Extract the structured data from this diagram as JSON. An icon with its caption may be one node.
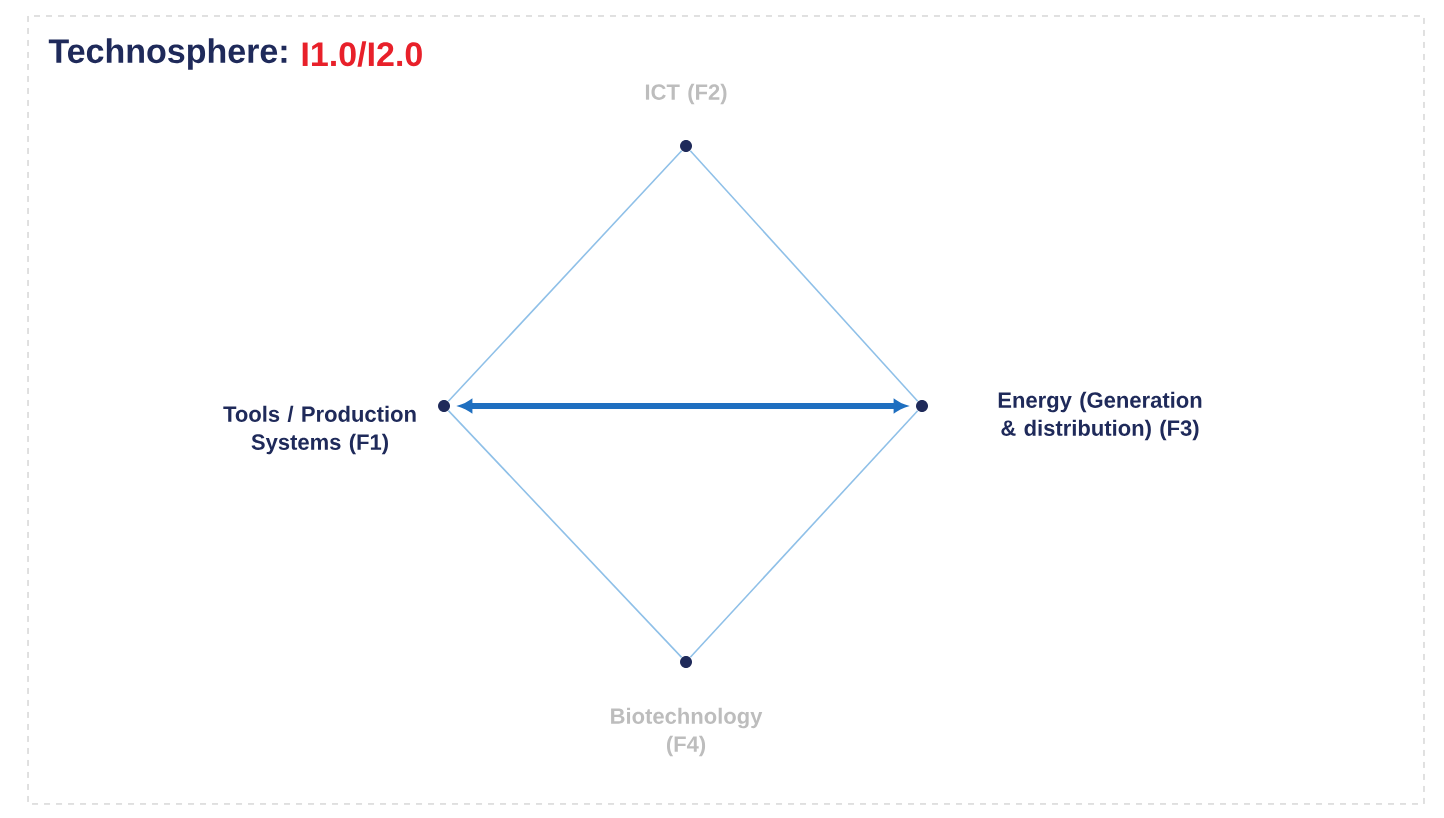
{
  "diagram": {
    "title": "Technosphere:",
    "nodes": [
      {
        "text": [],
        "shape": "circle",
        "beside": [
          "Tools / Production Systems (F1)"
        ]
      },
      {
        "text": [],
        "shape": "circle",
        "beside": [
          "ICT (F2)"
        ]
      },
      {
        "text": [],
        "shape": "circle",
        "beside": [
          "Energy (Generation & distribution) (F3)"
        ]
      },
      {
        "text": [],
        "shape": "circle",
        "beside": [
          "Biotechnology (F4)"
        ]
      }
    ],
    "edges": [
      {
        "from": 0,
        "to": 1,
        "arrow": "none"
      },
      {
        "from": 1,
        "to": 2,
        "arrow": "none"
      },
      {
        "from": 2,
        "to": 3,
        "arrow": "none"
      },
      {
        "from": 3,
        "to": 0,
        "arrow": "none"
      },
      {
        "from": 0,
        "to": 2,
        "arrow": "both",
        "style": "thick",
        "color": "#1f6fc0"
      }
    ],
    "labels": [
      "I1.0/I2.0"
    ]
  }
}
